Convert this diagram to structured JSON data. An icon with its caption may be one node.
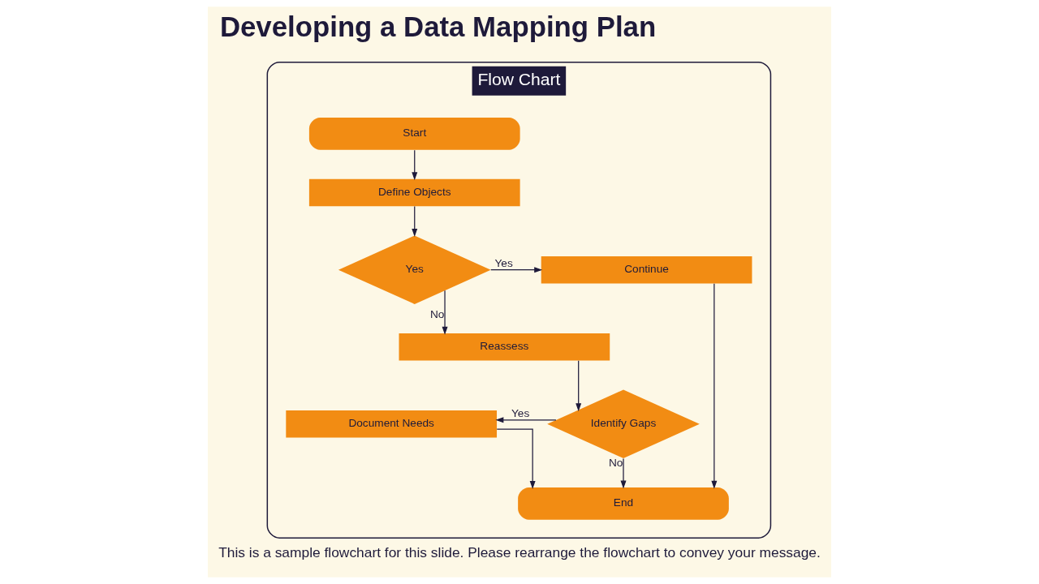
{
  "diagram": {
    "title": "Developing a Data Mapping Plan",
    "caption": "This is a sample flowchart for this slide. Please rearrange the flowchart to convey your message.",
    "nodes": [
      {
        "text": [
          "Flow Chart"
        ]
      },
      {
        "text": [
          "Start"
        ],
        "in": 0
      },
      {
        "text": [
          "Define Objects"
        ],
        "in": 0
      },
      {
        "text": [
          "Yes"
        ],
        "in": 0
      },
      {
        "text": [
          "Continue"
        ],
        "in": 0
      },
      {
        "text": [
          "Reassess"
        ],
        "in": 0
      },
      {
        "text": [
          "Identify Gaps"
        ],
        "in": 0
      },
      {
        "text": [
          "Document Needs"
        ],
        "in": 0
      },
      {
        "text": [
          "End"
        ],
        "in": 0
      }
    ],
    "edges": [
      {
        "from": 1,
        "to": 2,
        "arrow": "to"
      },
      {
        "from": 2,
        "to": 3,
        "arrow": "to"
      },
      {
        "from": 3,
        "to": 4,
        "arrow": "to",
        "label": "Yes"
      },
      {
        "from": 3,
        "to": 5,
        "arrow": "to",
        "label": "No"
      },
      {
        "from": 5,
        "to": 6,
        "arrow": "to"
      },
      {
        "from": 6,
        "to": 7,
        "arrow": "to",
        "label": "Yes"
      },
      {
        "from": 6,
        "to": 8,
        "arrow": "to",
        "label": "No"
      },
      {
        "from": 7,
        "to": 8,
        "arrow": "to"
      },
      {
        "from": 4,
        "to": 8,
        "arrow": "to"
      }
    ]
  }
}
